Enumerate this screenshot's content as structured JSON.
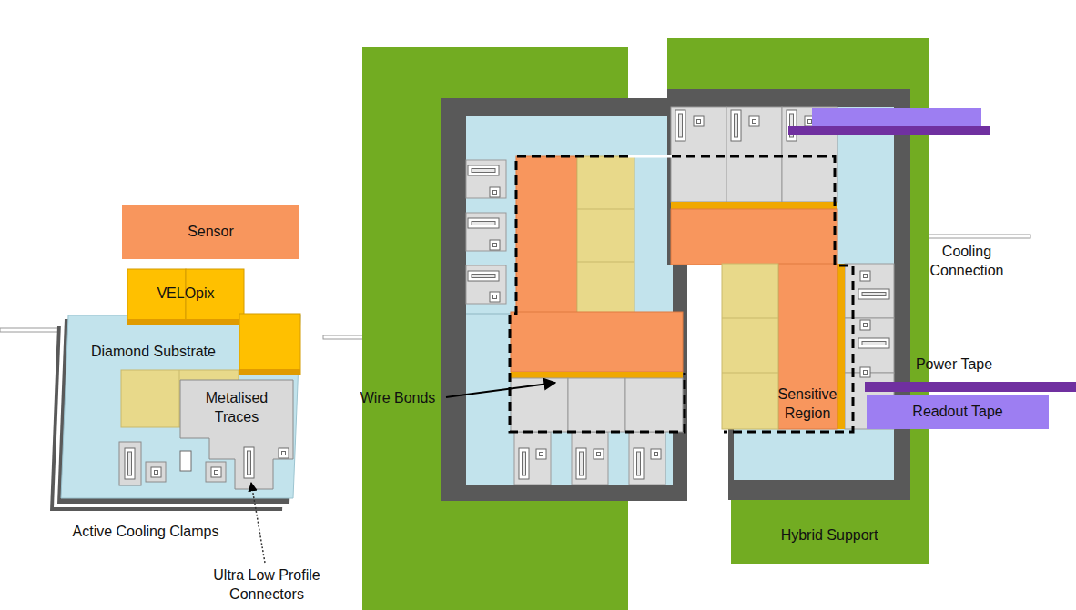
{
  "diagram": {
    "nodes": [
      {
        "text": [
          "Sensor"
        ]
      },
      {
        "text": [
          "VELOpix"
        ]
      },
      {
        "text": [
          "Diamond Substrate"
        ]
      },
      {
        "text": [
          "Metalised Traces"
        ],
        "in": 2
      },
      {
        "text": [
          "Readout Tape"
        ]
      }
    ],
    "labels": [
      "Cooling Connection",
      "Wire Bonds",
      "Sensitive Region",
      "Power Tape",
      "Active Cooling Clamps",
      "Hybrid Support",
      "Ultra Low Profile Connectors"
    ]
  }
}
